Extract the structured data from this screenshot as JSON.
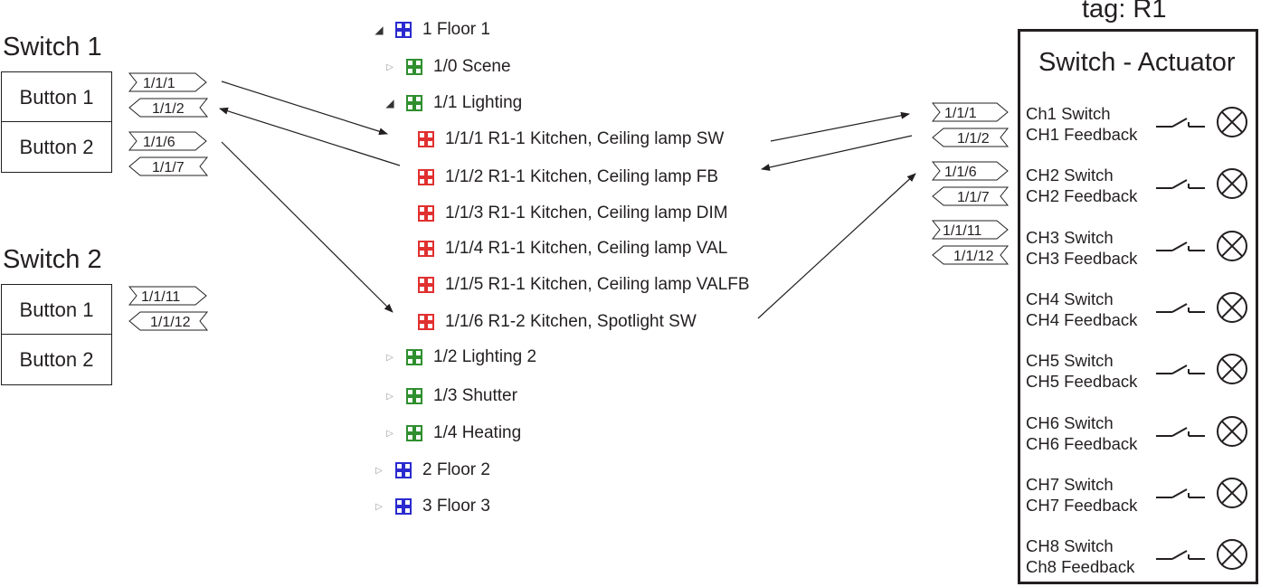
{
  "switch1": {
    "title": "Switch 1",
    "buttons": [
      "Button 1",
      "Button 2"
    ],
    "tags": [
      "1/1/1",
      "1/1/2",
      "1/1/6",
      "1/1/7"
    ]
  },
  "switch2": {
    "title": "Switch 2",
    "buttons": [
      "Button 1",
      "Button 2"
    ],
    "tags": [
      "1/1/11",
      "1/1/12"
    ]
  },
  "tree": [
    {
      "label": "1 Floor 1",
      "icon": "floor-icon",
      "expanded": true
    },
    {
      "label": "1/0 Scene",
      "icon": "group-icon",
      "expanded": false
    },
    {
      "label": "1/1 Lighting",
      "icon": "group-icon",
      "expanded": true
    },
    {
      "label": "1/1/1 R1-1 Kitchen, Ceiling lamp SW",
      "icon": "address-icon"
    },
    {
      "label": "1/1/2 R1-1 Kitchen, Ceiling lamp FB",
      "icon": "address-icon"
    },
    {
      "label": "1/1/3 R1-1 Kitchen, Ceiling lamp DIM",
      "icon": "address-icon"
    },
    {
      "label": "1/1/4 R1-1 Kitchen, Ceiling lamp VAL",
      "icon": "address-icon"
    },
    {
      "label": "1/1/5 R1-1 Kitchen, Ceiling lamp VALFB",
      "icon": "address-icon"
    },
    {
      "label": "1/1/6 R1-2 Kitchen, Spotlight SW",
      "icon": "address-icon"
    },
    {
      "label": "1/2 Lighting 2",
      "icon": "group-icon",
      "expanded": false
    },
    {
      "label": "1/3 Shutter",
      "icon": "group-icon",
      "expanded": false
    },
    {
      "label": "1/4 Heating",
      "icon": "group-icon",
      "expanded": false
    },
    {
      "label": "2 Floor 2",
      "icon": "floor-icon",
      "expanded": false
    },
    {
      "label": "3 Floor 3",
      "icon": "floor-icon",
      "expanded": false
    }
  ],
  "actuator": {
    "tag": "tag: R1",
    "title": "Switch - Actuator",
    "inputs": [
      "1/1/1",
      "1/1/2",
      "1/1/6",
      "1/1/7",
      "1/1/11",
      "1/1/12"
    ],
    "channels": [
      {
        "switch": "Ch1 Switch",
        "feedback": "CH1 Feedback"
      },
      {
        "switch": "CH2 Switch",
        "feedback": "CH2 Feedback"
      },
      {
        "switch": "CH3 Switch",
        "feedback": "CH3 Feedback"
      },
      {
        "switch": "CH4 Switch",
        "feedback": "CH4 Feedback"
      },
      {
        "switch": "CH5 Switch",
        "feedback": "CH5 Feedback"
      },
      {
        "switch": "CH6 Switch",
        "feedback": "CH6 Feedback"
      },
      {
        "switch": "CH7 Switch",
        "feedback": "CH7 Feedback"
      },
      {
        "switch": "CH8 Switch",
        "feedback": "Ch8 Feedback"
      }
    ]
  },
  "colors": {
    "floor_icon": "#2a2ad0",
    "group_icon": "#2f8f2f",
    "address_icon": "#e03030",
    "line": "#231f20"
  }
}
